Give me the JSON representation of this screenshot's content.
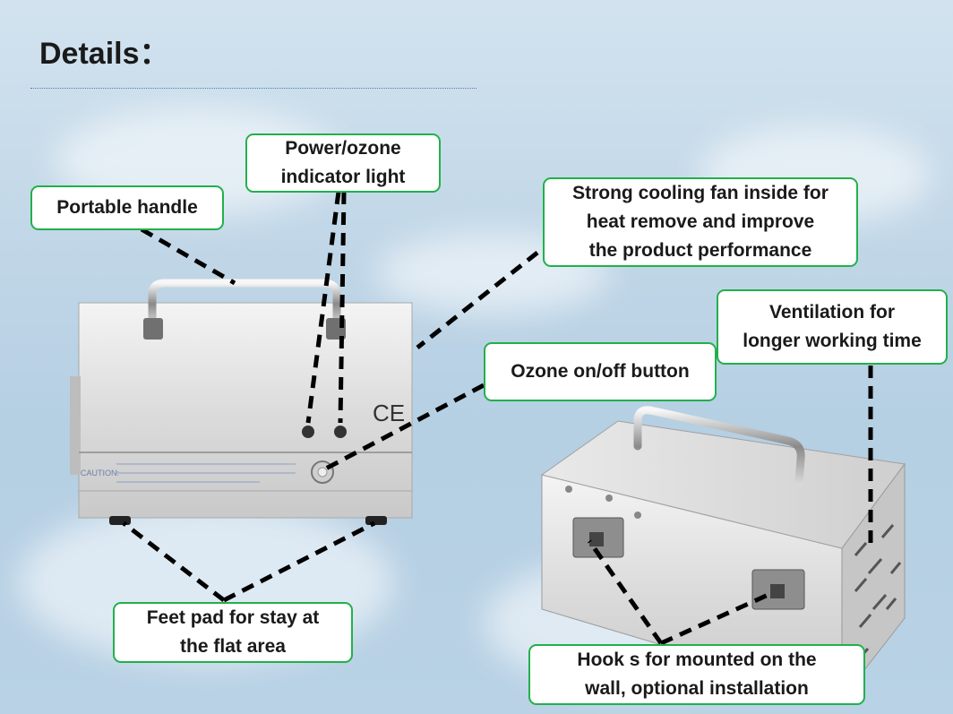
{
  "page": {
    "title": "Details："
  },
  "callouts": {
    "portable_handle": "Portable handle",
    "indicator_light": "Power/ozone\nindicator light",
    "cooling_fan": "Strong cooling fan inside for\nheat remove and improve\nthe product performance",
    "ventilation": "Ventilation for\nlonger working time",
    "on_off_button": "Ozone on/off button",
    "feet_pad": "Feet pad for stay at\nthe flat area",
    "hooks": "Hook s for mounted on the\nwall, optional installation"
  },
  "device_markings": {
    "ce_mark": "CE",
    "caution_label": "CAUTION:"
  },
  "colors": {
    "callout_border": "#22b04b",
    "leader_line": "#000000",
    "title_rule": "#4a7fb8"
  }
}
